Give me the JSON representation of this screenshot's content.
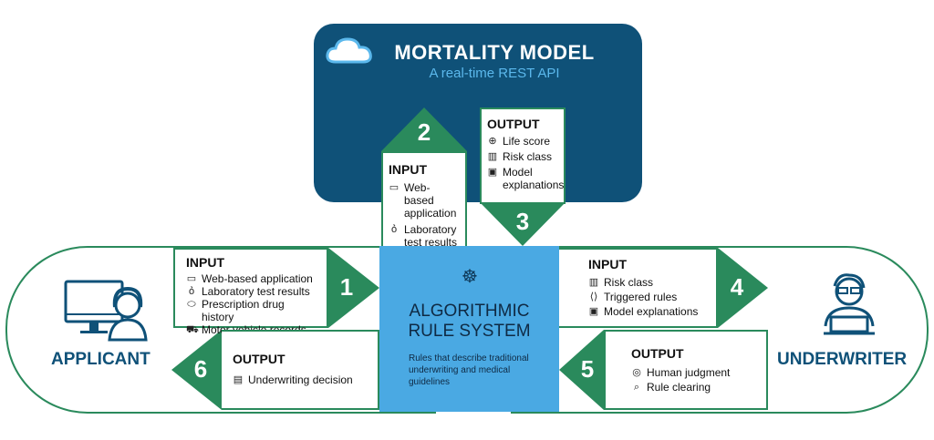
{
  "mortality_model": {
    "title": "MORTALITY MODEL",
    "subtitle": "A real-time REST API"
  },
  "rule_system": {
    "title_line1": "ALGORITHMIC",
    "title_line2": "RULE SYSTEM",
    "description": "Rules that describe traditional underwriting and medical guidelines"
  },
  "applicant": {
    "label": "APPLICANT"
  },
  "underwriter": {
    "label": "UNDERWRITER"
  },
  "step1": {
    "number": "1",
    "title": "INPUT",
    "items": [
      "Web-based application",
      "Laboratory test results",
      "Prescription drug history",
      "Motor vehicle records"
    ]
  },
  "step2": {
    "number": "2",
    "title": "INPUT",
    "items": [
      "Web-based application",
      "Laboratory test results"
    ]
  },
  "step3": {
    "number": "3",
    "title": "OUTPUT",
    "items": [
      "Life score",
      "Risk class",
      "Model explanations"
    ]
  },
  "step4": {
    "number": "4",
    "title": "INPUT",
    "items": [
      "Risk class",
      "Triggered rules",
      "Model explanations"
    ]
  },
  "step5": {
    "number": "5",
    "title": "OUTPUT",
    "items": [
      "Human judgment",
      "Rule clearing"
    ]
  },
  "step6": {
    "number": "6",
    "title": "OUTPUT",
    "items": [
      "Underwriting decision"
    ]
  },
  "icons": {
    "cloud": "cloud-icon",
    "computer": "computer-icon",
    "flask": "flask-icon",
    "pill": "pill-icon",
    "truck": "truck-icon",
    "globe": "globe-icon",
    "bar_chart": "bar-chart-icon",
    "picture": "picture-icon",
    "code": "code-icon",
    "fingerprint": "fingerprint-icon",
    "search": "search-icon",
    "document": "document-icon",
    "helm": "helm-icon"
  },
  "colors": {
    "navy": "#0f5178",
    "green": "#2a8a5c",
    "blue": "#4aa9e3",
    "light_blue": "#5bb8ec"
  }
}
